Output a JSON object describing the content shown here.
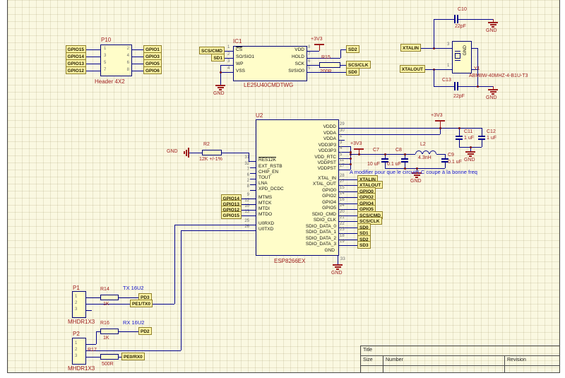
{
  "colors": {
    "wire": "#00008B",
    "net_label_fill": "#FBF3A4",
    "designator_red": "#9E1B1B",
    "annotation_blue": "#1414CC",
    "sheet": "#FAF8E1"
  },
  "sheet": {
    "title_block": {
      "title": "Title",
      "size": "Size",
      "number": "Number",
      "revision": "Revision"
    }
  },
  "header": {
    "designator": "P10",
    "part": "Header 4X2",
    "pin_numbers_left": [
      "1",
      "3",
      "5",
      "7"
    ],
    "pin_numbers_right": [
      "2",
      "4",
      "6",
      "8"
    ],
    "left_nets": [
      "GPIO15",
      "GPIO14",
      "GPIO13",
      "GPIO12"
    ],
    "right_nets": [
      "GPIO1",
      "GPIO3",
      "GPIO5",
      "GPIO6"
    ]
  },
  "flash": {
    "designator": "IC1",
    "part": "LE25U40CMDTWG",
    "left_pins": [
      {
        "num": "1",
        "name": "CS",
        "bar": true
      },
      {
        "num": "2",
        "name": "SO/SIO1"
      },
      {
        "num": "3",
        "name": "WP"
      },
      {
        "num": "4",
        "name": "VSS"
      }
    ],
    "right_pins": [
      {
        "num": "8",
        "name": "VDD"
      },
      {
        "num": "7",
        "name": "HOLD"
      },
      {
        "num": "6",
        "name": "SCK"
      },
      {
        "num": "5",
        "name": "SI/SIO0"
      }
    ],
    "left_nets": [
      "SCS/CMD",
      "SD1"
    ],
    "right_nets": [
      "SD2",
      "SCS/CLK",
      "SD0"
    ],
    "power_rail": "+3V3",
    "gnd": "GND",
    "r15": {
      "designator": "R15",
      "value": "200R"
    }
  },
  "crystal": {
    "c10": {
      "designator": "C10",
      "value": "22pF"
    },
    "c13": {
      "designator": "C13",
      "value": "22pF"
    },
    "y1": {
      "designator": "Y1",
      "part": "ABM8W-40MHZ-4-B1U-T3",
      "internal_label": "GND",
      "pin_top": "3",
      "pin_bottom": "1"
    },
    "nets": [
      "XTALIN",
      "XTALOUT"
    ],
    "gnd": "GND"
  },
  "esp": {
    "designator": "U2",
    "part": "ESP8266EX",
    "left_pins": [
      {
        "num": "31",
        "name": "RES12K",
        "bar": true
      },
      {
        "num": "32",
        "name": "EXT_RSTB"
      },
      {
        "num": "7",
        "name": "CHIP_EN"
      },
      {
        "num": "6",
        "name": "TOUT"
      },
      {
        "num": "2",
        "name": "LNA"
      },
      {
        "num": "8",
        "name": "XPD_DCDC"
      },
      {
        "num": "9",
        "name": "MTMS"
      },
      {
        "num": "12",
        "name": "MTCK"
      },
      {
        "num": "10",
        "name": "MTDI"
      },
      {
        "num": "13",
        "name": "MTDO"
      },
      {
        "num": "25",
        "name": "U0RXD"
      },
      {
        "num": "26",
        "name": "U0TXD"
      }
    ],
    "right_pins": [
      {
        "num": "29",
        "name": "VDDD"
      },
      {
        "num": "30",
        "name": "VDDA"
      },
      {
        "num": "1",
        "name": "VDDA"
      },
      {
        "num": "3",
        "name": "VDD3P3"
      },
      {
        "num": "4",
        "name": "VDD3P3"
      },
      {
        "num": "5",
        "name": "VDD_RTC"
      },
      {
        "num": "11",
        "name": "VDDPST"
      },
      {
        "num": "17",
        "name": "VDDPST"
      },
      {
        "num": "28",
        "name": "XTAL_IN"
      },
      {
        "num": "27",
        "name": "XTAL_OUT"
      },
      {
        "num": "15",
        "name": "GPIO0"
      },
      {
        "num": "14",
        "name": "GPIO2"
      },
      {
        "num": "16",
        "name": "GPIO4"
      },
      {
        "num": "24",
        "name": "GPIO5"
      },
      {
        "num": "20",
        "name": "SDIO_CMD"
      },
      {
        "num": "21",
        "name": "SDIO_CLK"
      },
      {
        "num": "22",
        "name": "SDIO_DATA_0"
      },
      {
        "num": "23",
        "name": "SDIO_DATA_1"
      },
      {
        "num": "18",
        "name": "SDIO_DATA_2"
      },
      {
        "num": "19",
        "name": "SDIO_DATA_3"
      }
    ],
    "bottom_pin": {
      "num": "33",
      "name": "GND"
    },
    "left_nets": [
      "GPIO14",
      "GPIO13",
      "GPIO12",
      "GPIO15"
    ],
    "right_nets": [
      "XTALIN",
      "XTALOUT",
      "GPIO0",
      "GPIO2",
      "GPIO4",
      "GPIO5",
      "SCS/CMD",
      "SCS/CLK",
      "SD0",
      "SD1",
      "SD2",
      "SD3"
    ],
    "gnd": "GND"
  },
  "r2": {
    "designator": "R2",
    "value": "12K +/-1%",
    "gnd": "GND"
  },
  "power": {
    "rail_a": "+3V3",
    "c11": {
      "designator": "C11",
      "value": "1 uF"
    },
    "c12": {
      "designator": "C12",
      "value": "1 uF"
    },
    "gnd_a": "GND",
    "rail_b": "+3V3",
    "c7": {
      "designator": "C7",
      "value": "10 uF"
    },
    "c8": {
      "designator": "C8",
      "value": "0.1 uF"
    },
    "l2": {
      "designator": "L2",
      "value": "4.3nH"
    },
    "c9": {
      "designator": "C9",
      "value": "0.1 uF"
    },
    "gnd_b": "GND",
    "note": "A modifier pour que le circuit LC coupe à la bonne freq"
  },
  "uart_tx": {
    "designator": "P1",
    "part": "MHDR1X3",
    "pins": [
      "1",
      "2",
      "3"
    ],
    "r14": {
      "designator": "R14",
      "value": "1K"
    },
    "note": "TX 16U2",
    "nets": [
      "PD3",
      "PE1/TX0"
    ]
  },
  "uart_rx": {
    "designator": "P2",
    "part": "MHDR1X3",
    "pins": [
      "1",
      "2",
      "3"
    ],
    "r16": {
      "designator": "R16",
      "value": "1K"
    },
    "r17": {
      "designator": "R17",
      "value": "500R"
    },
    "note": "RX 16U2",
    "nets": [
      "PD2",
      "PE0/RX0"
    ]
  }
}
